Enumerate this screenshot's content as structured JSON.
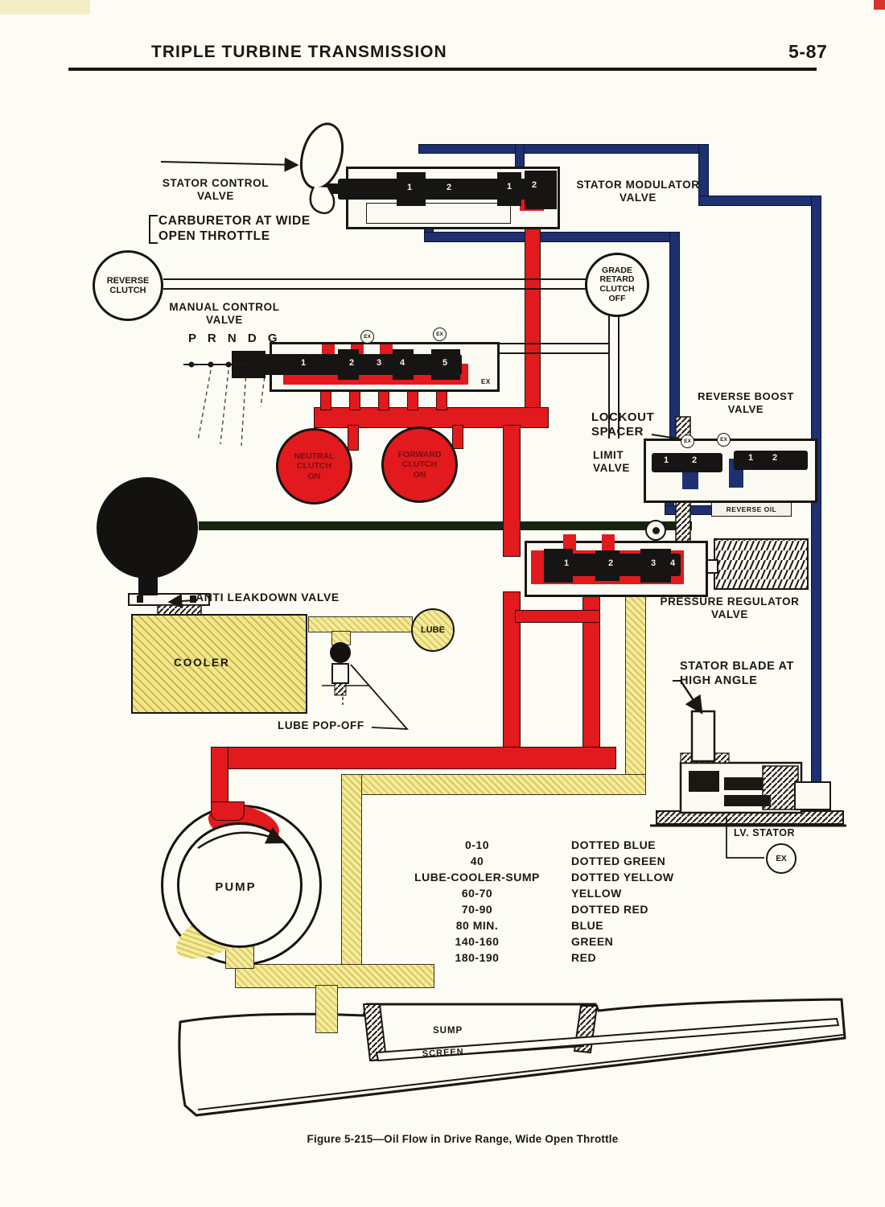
{
  "page": {
    "title": "TRIPLE TURBINE TRANSMISSION",
    "page_number": "5-87",
    "caption": "Figure 5-215—Oil Flow in Drive Range, Wide Open Throttle"
  },
  "labels": {
    "stator_control_valve": "STATOR CONTROL\nVALVE",
    "carburetor": "CARBURETOR AT WIDE\nOPEN THROTTLE",
    "stator_modulator_valve": "STATOR MODULATOR\nVALVE",
    "reverse_clutch": "REVERSE\nCLUTCH",
    "grade_retard_clutch": "GRADE\nRETARD\nCLUTCH\nOFF",
    "manual_control_valve": "MANUAL CONTROL\nVALVE",
    "selector_positions": "P R N D G",
    "neutral_clutch": "NEUTRAL\nCLUTCH\nON",
    "forward_clutch": "FORWARD\nCLUTCH\nON",
    "lockout_spacer": "LOCKOUT\nSPACER",
    "limit_valve": "LIMIT\nVALVE",
    "reverse_boost_valve": "REVERSE BOOST\nVALVE",
    "reverse_oil": "REVERSE OIL",
    "pressure_regulator_valve": "PRESSURE REGULATOR\nVALVE",
    "anti_leakdown_valve": "ANTI LEAKDOWN VALVE",
    "cooler": "COOLER",
    "lube": "LUBE",
    "lube_pop_off": "LUBE POP-OFF",
    "stator_blade": "STATOR BLADE AT\nHIGH ANGLE",
    "lv_stator": "LV. STATOR",
    "pump": "PUMP",
    "sump": "SUMP",
    "screen": "SCREEN",
    "ex": "EX"
  },
  "valves": {
    "stator_control": {
      "spool": [
        "1",
        "2",
        "1",
        "2"
      ]
    },
    "manual": {
      "spool": [
        "1",
        "2",
        "3",
        "4",
        "5"
      ]
    },
    "reverse_boost": {
      "spool": [
        "1",
        "2",
        "1",
        "2"
      ]
    },
    "pressure_regulator": {
      "spool": [
        "1",
        "2",
        "3",
        "4"
      ]
    }
  },
  "legend": {
    "rows": [
      {
        "range": "0-10",
        "style": "DOTTED BLUE"
      },
      {
        "range": "40",
        "style": "DOTTED GREEN"
      },
      {
        "range": "LUBE-COOLER-SUMP",
        "style": "DOTTED YELLOW"
      },
      {
        "range": "60-70",
        "style": "YELLOW"
      },
      {
        "range": "70-90",
        "style": "DOTTED RED"
      },
      {
        "range": "80 MIN.",
        "style": "BLUE"
      },
      {
        "range": "140-160",
        "style": "GREEN"
      },
      {
        "range": "180-190",
        "style": "RED"
      }
    ]
  },
  "colors": {
    "line_pressure_red": "#e2191d",
    "converter_blue": "#1d3070",
    "lube_yellow": "#f2e78c",
    "converter_feed_green": "#17250e",
    "ink": "#1b1713"
  }
}
